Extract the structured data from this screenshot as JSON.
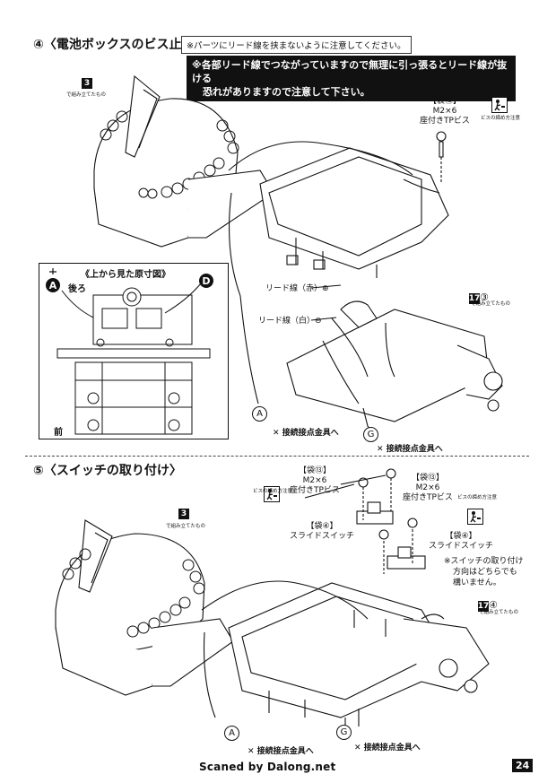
{
  "step4": {
    "number": "④",
    "title": "〈電池ボックスのビス止め〉",
    "note": "※パーツにリード線を挟まないように注意してください。",
    "warning_line1": "※各部リード線でつながっていますので無理に引っ張るとリード線が抜ける",
    "warning_line2": "恐れがありますので注意して下さい。",
    "part_ref": "3",
    "part_caption": "で組み立てたもの",
    "bag_label": "【袋⑬】",
    "screw_size": "M2×6",
    "screw_type": "座付きTPビス",
    "icon_caption": "ビスの締め方注意",
    "inset_title": "《上から見た原寸図》",
    "inset_back": "後ろ",
    "inset_front": "前",
    "marker_a": "A",
    "marker_d": "D",
    "lead_red": "リード線（赤）⊕",
    "lead_white": "リード線（白）⊖",
    "part2_ref_a": "17",
    "part2_ref_b": "③",
    "part2_caption": "で組み立てたもの",
    "conn_a_letter": "A",
    "conn_a_text": "接続接点金具へ",
    "conn_g_letter": "G",
    "conn_g_text": "接続接点金具へ"
  },
  "step5": {
    "number": "⑤",
    "title": "〈スイッチの取り付け〉",
    "part_ref": "3",
    "part_caption": "で組み立てたもの",
    "icon_caption": "ビスの締め方注意",
    "bag_left": "【袋⑬】",
    "screw_size_left": "M2×6",
    "screw_type_left": "座付きTPビス",
    "bag_right": "【袋⑬】",
    "screw_size_right": "M2×6",
    "screw_type_right": "座付きTPビス",
    "switch_bag_left": "【袋④】",
    "switch_left": "スライドスイッチ",
    "switch_bag_right": "【袋④】",
    "switch_right": "スライドスイッチ",
    "switch_note_1": "※スイッチの取り付け",
    "switch_note_2": "方向はどちらでも",
    "switch_note_3": "構いません。",
    "part2_ref_a": "17",
    "part2_ref_b": "④",
    "part2_caption": "で組み立てたもの",
    "conn_a_letter": "A",
    "conn_a_text": "接続接点金具へ",
    "conn_g_letter": "G",
    "conn_g_text": "接続接点金具へ"
  },
  "footer": {
    "credit": "Scaned by Dalong.net",
    "page_number": "24"
  }
}
